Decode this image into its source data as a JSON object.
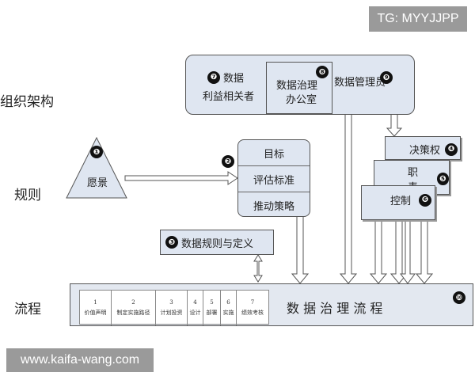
{
  "watermarks": {
    "top": "TG: MYYJJPP",
    "bottom": "www.kaifa-wang.com"
  },
  "row_labels": {
    "org": "组织架构",
    "rules": "规则",
    "process": "流程"
  },
  "org_box": {
    "stakeholders": {
      "num": "❼",
      "line1": "数据",
      "line2": "利益相关者"
    },
    "office": {
      "num": "❽",
      "line1": "数据治理",
      "line2": "办公室"
    },
    "stewards": {
      "num": "❾",
      "text": "数据管理员"
    }
  },
  "vision": {
    "num": "❶",
    "text": "愿景"
  },
  "goals": {
    "num": "❷",
    "items": [
      "目标",
      "评估标准",
      "推动策略"
    ]
  },
  "data_rules": {
    "num": "❸",
    "text": "数据规则与定义"
  },
  "stack": [
    {
      "num": "❹",
      "text": "决策权"
    },
    {
      "num": "❺",
      "text": "职责"
    },
    {
      "num": "❻",
      "text": "控制"
    }
  ],
  "process": {
    "num": "❿",
    "title": "数 据 治 理 流 程",
    "steps": [
      {
        "num": "1",
        "name": "价值声明"
      },
      {
        "num": "2",
        "name": "制定实施路径"
      },
      {
        "num": "3",
        "name": "计划投资"
      },
      {
        "num": "4",
        "name": "设计"
      },
      {
        "num": "5",
        "name": "部署"
      },
      {
        "num": "6",
        "name": "实施"
      },
      {
        "num": "7",
        "name": "绩效考核"
      }
    ]
  }
}
